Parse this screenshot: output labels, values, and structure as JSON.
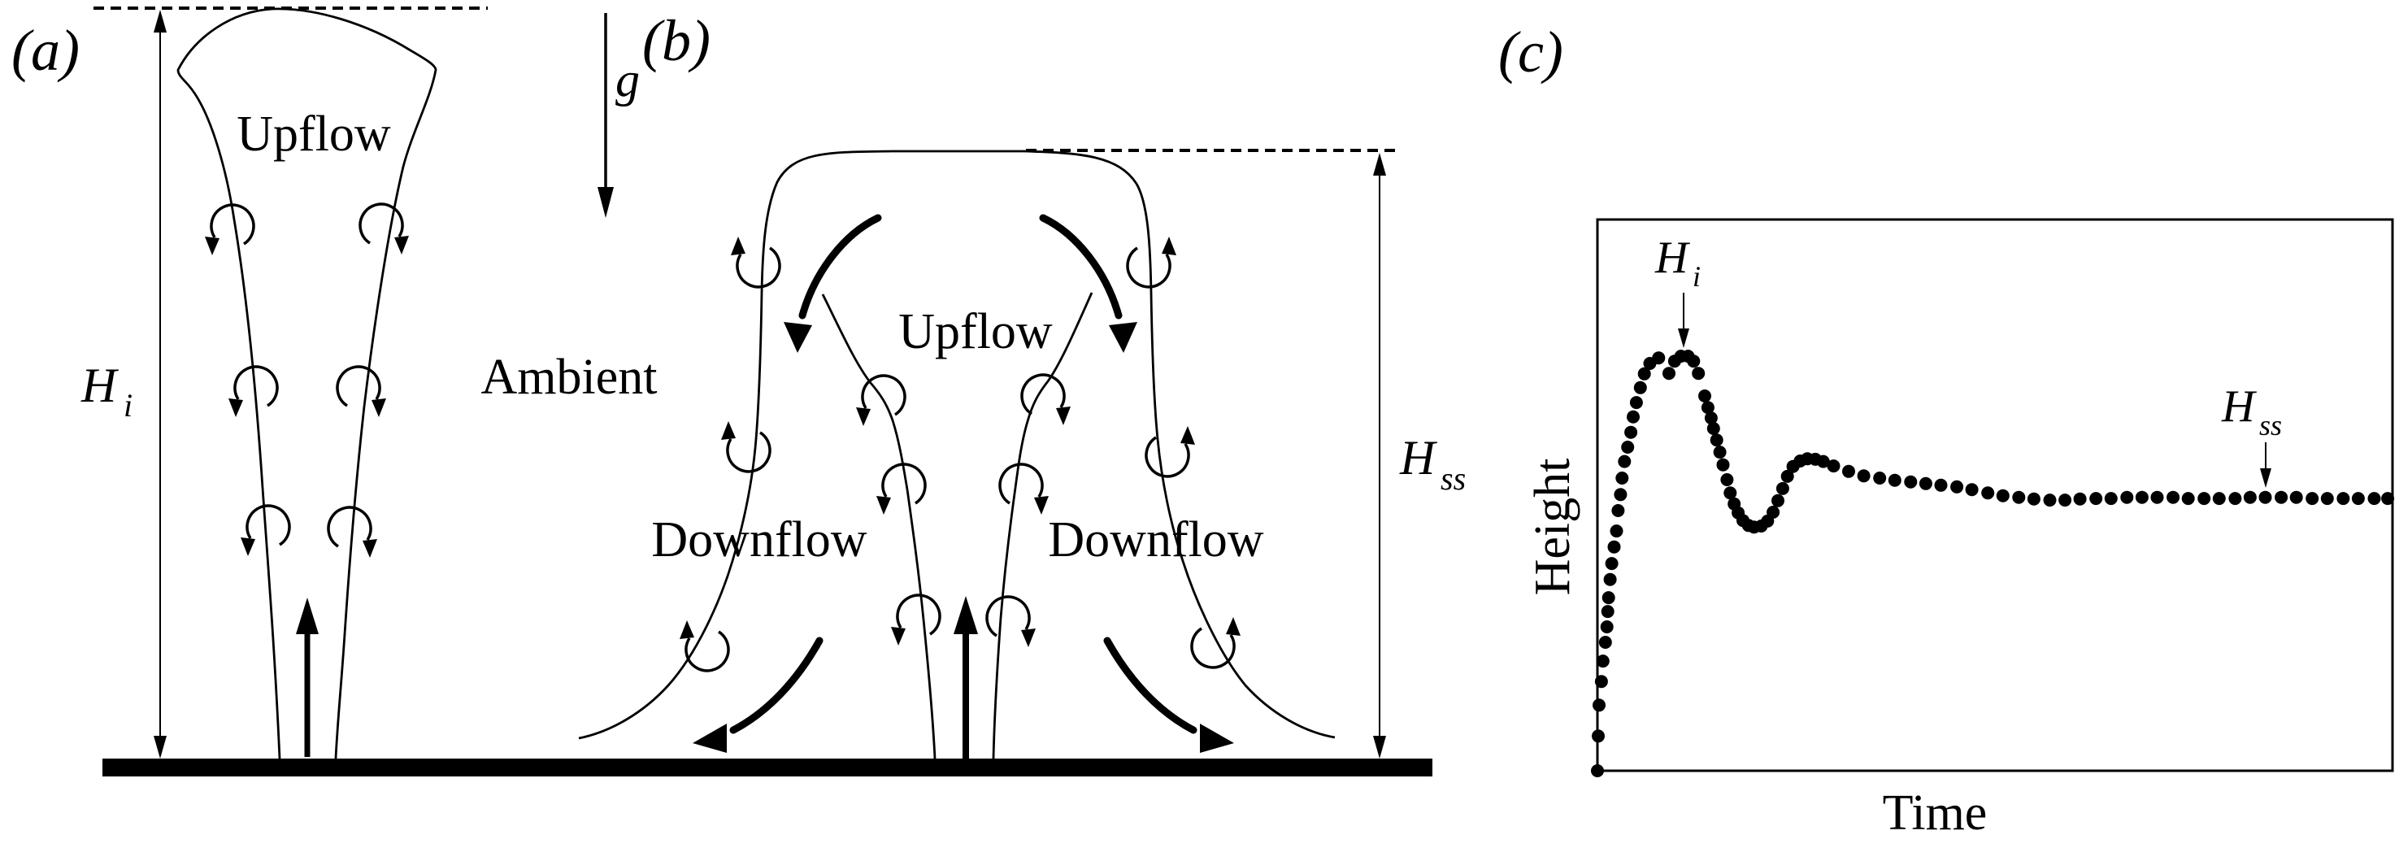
{
  "panels": {
    "a": {
      "label": "(a)",
      "upflow": "Upflow",
      "height_symbol": "H",
      "height_subscript": "i"
    },
    "b": {
      "label": "(b)",
      "gravity_symbol": "g",
      "ambient": "Ambient",
      "upflow": "Upflow",
      "downflow_left": "Downflow",
      "downflow_right": "Downflow",
      "height_symbol": "H",
      "height_subscript": "ss"
    },
    "c": {
      "label": "(c)",
      "ylabel": "Height",
      "xlabel": "Time",
      "annotation_initial_symbol": "H",
      "annotation_initial_subscript": "i",
      "annotation_steady_symbol": "H",
      "annotation_steady_subscript": "ss"
    }
  },
  "colors": {
    "ink": "#000000",
    "background": "#ffffff"
  },
  "chart_data": {
    "type": "scatter",
    "title": "",
    "xlabel": "Time",
    "ylabel": "Height",
    "x_ticks": [],
    "y_ticks": [],
    "axes_note": "schematic axes, arbitrary units, no tick labels; values normalized 0-1 of axis span",
    "legend": null,
    "annotations": [
      {
        "text": "H_i",
        "meaning": "initial (maximum) fountain height",
        "x": 0.108,
        "y": 0.752
      },
      {
        "text": "H_ss",
        "meaning": "steady-state fountain height",
        "x": 0.84,
        "y": 0.496
      }
    ],
    "points": [
      [
        0.0,
        0.0
      ],
      [
        0.001,
        0.063
      ],
      [
        0.002,
        0.119
      ],
      [
        0.005,
        0.162
      ],
      [
        0.007,
        0.199
      ],
      [
        0.01,
        0.233
      ],
      [
        0.012,
        0.261
      ],
      [
        0.013,
        0.289
      ],
      [
        0.014,
        0.314
      ],
      [
        0.016,
        0.347
      ],
      [
        0.018,
        0.376
      ],
      [
        0.021,
        0.406
      ],
      [
        0.024,
        0.435
      ],
      [
        0.026,
        0.472
      ],
      [
        0.029,
        0.501
      ],
      [
        0.031,
        0.531
      ],
      [
        0.034,
        0.561
      ],
      [
        0.038,
        0.587
      ],
      [
        0.042,
        0.614
      ],
      [
        0.045,
        0.642
      ],
      [
        0.049,
        0.668
      ],
      [
        0.054,
        0.695
      ],
      [
        0.059,
        0.72
      ],
      [
        0.066,
        0.739
      ],
      [
        0.077,
        0.749
      ],
      [
        0.09,
        0.721
      ],
      [
        0.097,
        0.743
      ],
      [
        0.105,
        0.752
      ],
      [
        0.114,
        0.752
      ],
      [
        0.121,
        0.743
      ],
      [
        0.127,
        0.721
      ],
      [
        0.135,
        0.68
      ],
      [
        0.139,
        0.659
      ],
      [
        0.143,
        0.64
      ],
      [
        0.146,
        0.621
      ],
      [
        0.15,
        0.6
      ],
      [
        0.154,
        0.578
      ],
      [
        0.158,
        0.555
      ],
      [
        0.163,
        0.528
      ],
      [
        0.167,
        0.504
      ],
      [
        0.172,
        0.484
      ],
      [
        0.177,
        0.468
      ],
      [
        0.183,
        0.454
      ],
      [
        0.19,
        0.445
      ],
      [
        0.197,
        0.442
      ],
      [
        0.206,
        0.444
      ],
      [
        0.214,
        0.453
      ],
      [
        0.221,
        0.469
      ],
      [
        0.227,
        0.49
      ],
      [
        0.233,
        0.512
      ],
      [
        0.239,
        0.534
      ],
      [
        0.246,
        0.552
      ],
      [
        0.255,
        0.562
      ],
      [
        0.264,
        0.566
      ],
      [
        0.274,
        0.565
      ],
      [
        0.284,
        0.561
      ],
      [
        0.297,
        0.553
      ],
      [
        0.316,
        0.543
      ],
      [
        0.335,
        0.535
      ],
      [
        0.355,
        0.531
      ],
      [
        0.374,
        0.527
      ],
      [
        0.394,
        0.524
      ],
      [
        0.413,
        0.521
      ],
      [
        0.432,
        0.518
      ],
      [
        0.452,
        0.515
      ],
      [
        0.471,
        0.51
      ],
      [
        0.491,
        0.504
      ],
      [
        0.51,
        0.499
      ],
      [
        0.53,
        0.496
      ],
      [
        0.549,
        0.493
      ],
      [
        0.569,
        0.491
      ],
      [
        0.588,
        0.491
      ],
      [
        0.607,
        0.493
      ],
      [
        0.627,
        0.494
      ],
      [
        0.646,
        0.494
      ],
      [
        0.666,
        0.496
      ],
      [
        0.685,
        0.496
      ],
      [
        0.704,
        0.496
      ],
      [
        0.724,
        0.496
      ],
      [
        0.743,
        0.494
      ],
      [
        0.763,
        0.494
      ],
      [
        0.782,
        0.494
      ],
      [
        0.802,
        0.494
      ],
      [
        0.821,
        0.496
      ],
      [
        0.84,
        0.496
      ],
      [
        0.86,
        0.496
      ],
      [
        0.879,
        0.496
      ],
      [
        0.899,
        0.494
      ],
      [
        0.918,
        0.494
      ],
      [
        0.938,
        0.494
      ],
      [
        0.957,
        0.494
      ],
      [
        0.977,
        0.494
      ],
      [
        0.994,
        0.494
      ]
    ]
  }
}
